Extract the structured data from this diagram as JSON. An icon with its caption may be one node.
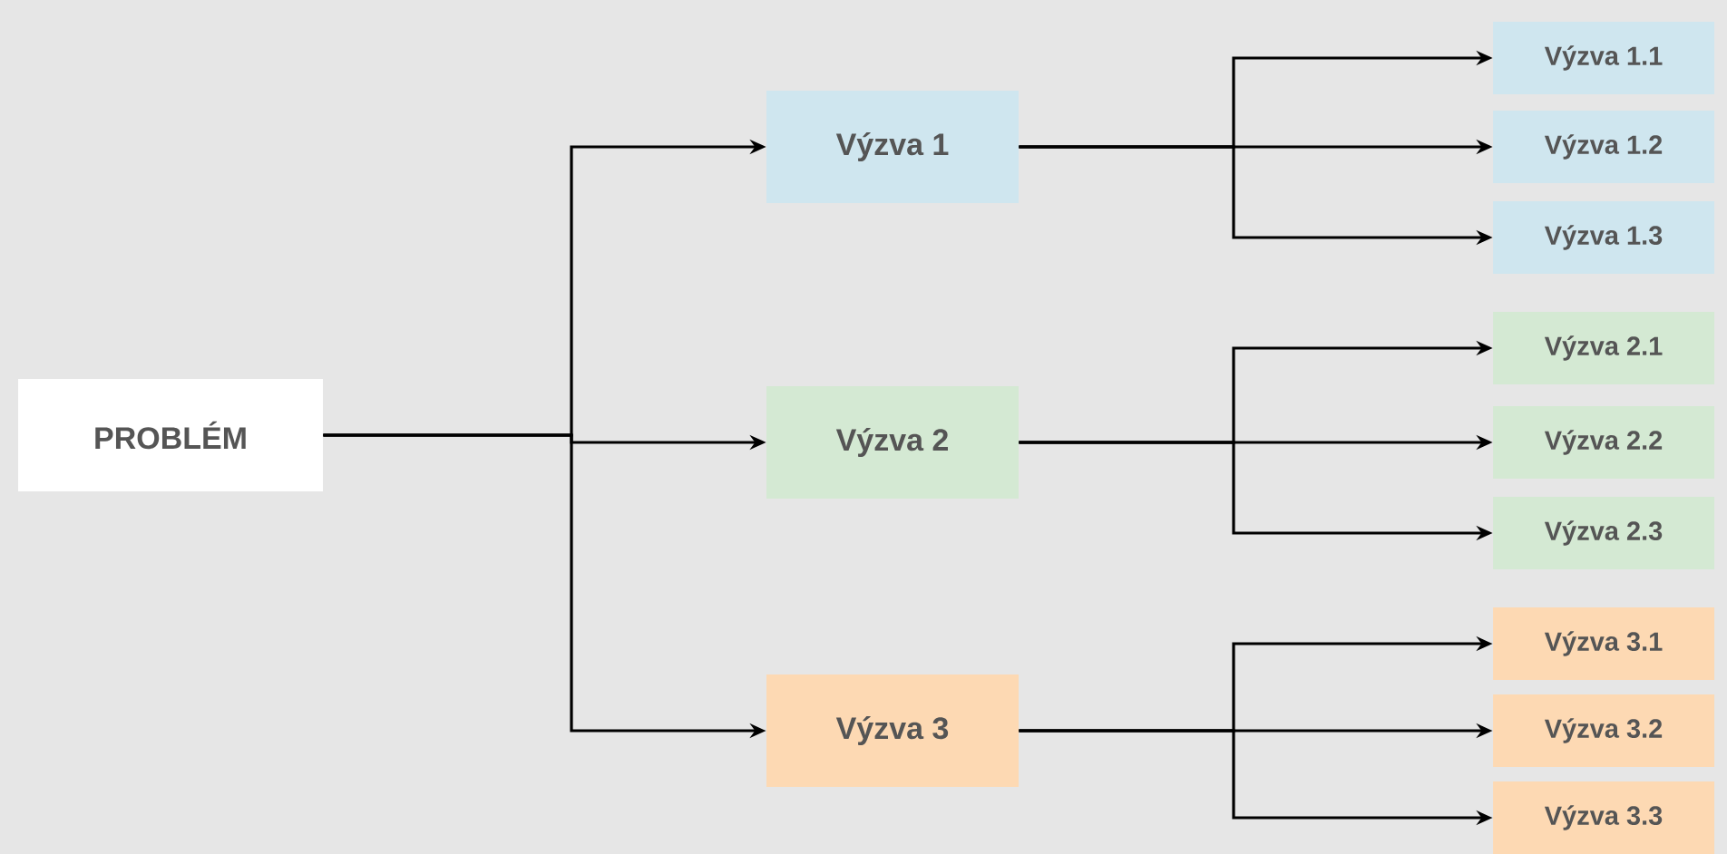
{
  "diagram": {
    "nodes": [
      {
        "text": [
          "PROBLÉM"
        ]
      },
      {
        "text": [
          "Výzva 1"
        ]
      },
      {
        "text": [
          "Výzva 2"
        ]
      },
      {
        "text": [
          "Výzva 3"
        ]
      },
      {
        "text": [
          "Výzva 1.1"
        ]
      },
      {
        "text": [
          "Výzva 1.2"
        ]
      },
      {
        "text": [
          "Výzva 1.3"
        ]
      },
      {
        "text": [
          "Výzva 2.1"
        ]
      },
      {
        "text": [
          "Výzva 2.2"
        ]
      },
      {
        "text": [
          "Výzva 2.3"
        ]
      },
      {
        "text": [
          "Výzva 3.1"
        ]
      },
      {
        "text": [
          "Výzva 3.2"
        ]
      },
      {
        "text": [
          "Výzva 3.3"
        ]
      }
    ],
    "edges": [
      {
        "from": 0,
        "to": 1,
        "arrow": "to"
      },
      {
        "from": 0,
        "to": 2,
        "arrow": "to"
      },
      {
        "from": 0,
        "to": 3,
        "arrow": "to"
      },
      {
        "from": 1,
        "to": 4,
        "arrow": "to"
      },
      {
        "from": 1,
        "to": 5,
        "arrow": "to"
      },
      {
        "from": 1,
        "to": 6,
        "arrow": "to"
      },
      {
        "from": 2,
        "to": 7,
        "arrow": "to"
      },
      {
        "from": 2,
        "to": 8,
        "arrow": "to"
      },
      {
        "from": 2,
        "to": 9,
        "arrow": "to"
      },
      {
        "from": 3,
        "to": 10,
        "arrow": "to"
      },
      {
        "from": 3,
        "to": 11,
        "arrow": "to"
      },
      {
        "from": 3,
        "to": 12,
        "arrow": "to"
      }
    ]
  }
}
